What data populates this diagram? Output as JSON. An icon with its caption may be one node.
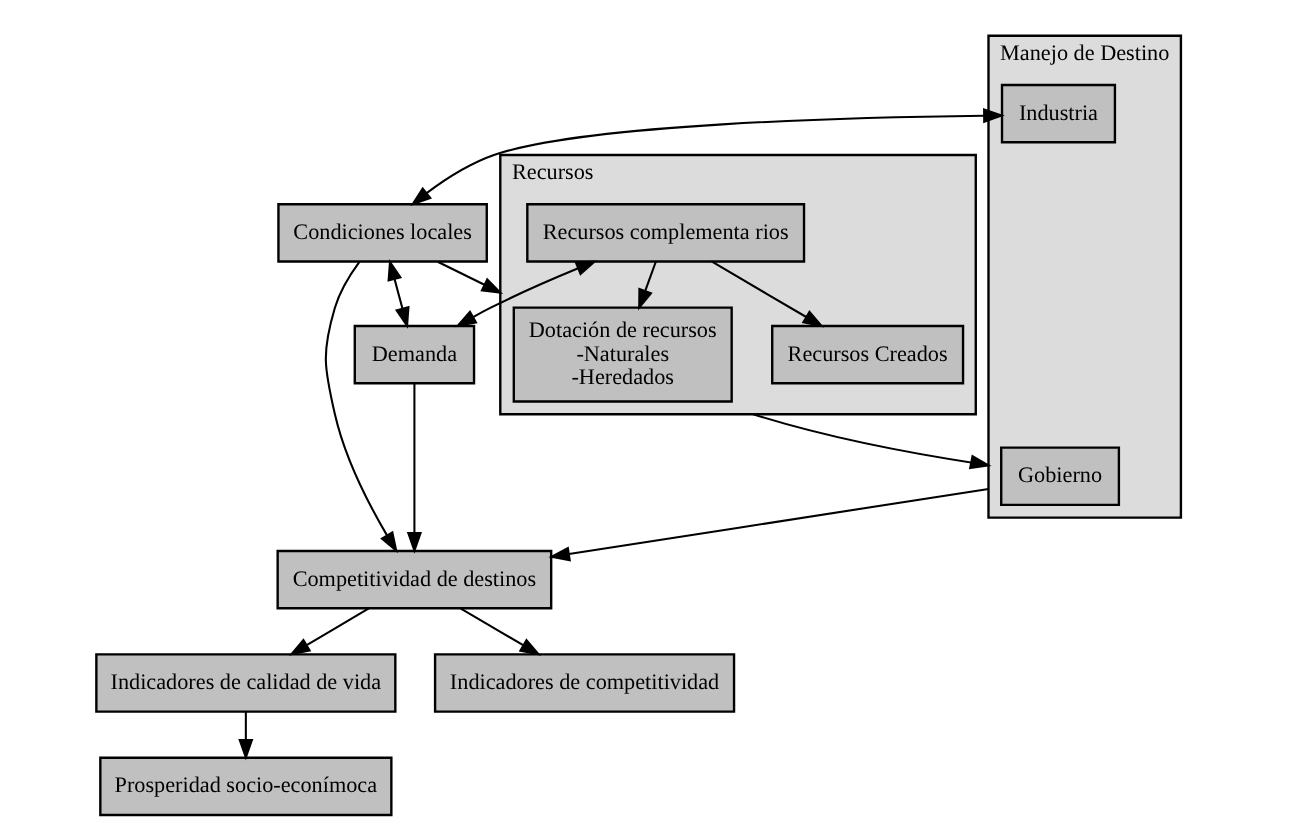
{
  "diagram": {
    "nodes": [
      {
        "text": [
          "Recursos"
        ]
      },
      {
        "text": [
          "Dotación de recursos",
          "-Naturales",
          "-Heredados"
        ],
        "in": 0
      },
      {
        "text": [
          "Recursos Creados"
        ],
        "in": 0
      },
      {
        "text": [
          "Recursos complementa rios"
        ],
        "in": 0
      },
      {
        "text": [
          "Manejo de Destino"
        ]
      },
      {
        "text": [
          "Gobierno"
        ],
        "in": 4
      },
      {
        "text": [
          "Industria"
        ],
        "in": 4
      },
      {
        "text": [
          "Condiciones locales"
        ]
      },
      {
        "text": [
          "Demanda"
        ]
      },
      {
        "text": [
          "Prosperidad socio-econímoca"
        ]
      },
      {
        "text": [
          "Indicadores de calidad de vida"
        ]
      },
      {
        "text": [
          "Competitividad de destinos"
        ]
      },
      {
        "text": [
          "Indicadores de competitividad"
        ]
      }
    ],
    "edges": [
      {
        "from": 0,
        "to": 4,
        "arrow": "to"
      },
      {
        "from": 3,
        "to": 1,
        "arrow": "to"
      },
      {
        "from": 3,
        "to": 2,
        "arrow": "to"
      },
      {
        "from": 6,
        "to": 7,
        "arrow": "both"
      },
      {
        "from": 7,
        "to": 0,
        "arrow": "to"
      },
      {
        "from": 7,
        "to": 8,
        "arrow": "both"
      },
      {
        "from": 3,
        "to": 8,
        "arrow": "both"
      },
      {
        "from": 4,
        "to": 11,
        "arrow": "to"
      },
      {
        "from": 7,
        "to": 11,
        "arrow": "to"
      },
      {
        "from": 8,
        "to": 11,
        "arrow": "to"
      },
      {
        "from": 11,
        "to": 10,
        "arrow": "to"
      },
      {
        "from": 10,
        "to": 9,
        "arrow": "to"
      },
      {
        "from": 11,
        "to": 12,
        "arrow": "to"
      }
    ]
  }
}
